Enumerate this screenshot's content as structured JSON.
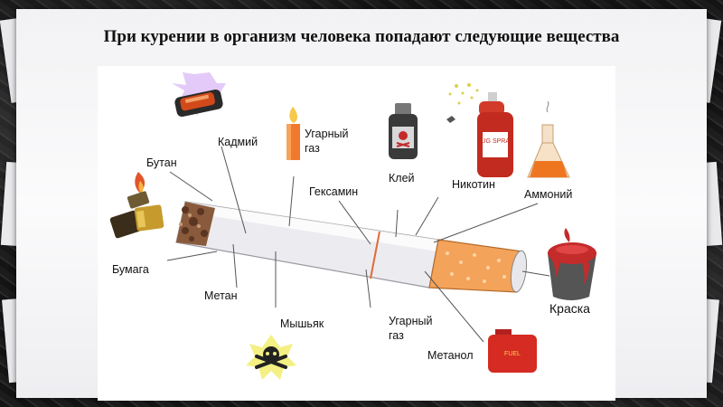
{
  "title": "При курении в организм человека попадают следующие вещества",
  "labels": {
    "kadmiy": "Кадмий",
    "ugarnyy_gaz_top_1": "Угарный",
    "ugarnyy_gaz_top_2": "газ",
    "butan": "Бутан",
    "geksamin": "Гексамин",
    "kley": "Клей",
    "nikotin": "Никотин",
    "ammoniy": "Аммоний",
    "bumaga": "Бумага",
    "metan": "Метан",
    "myshyak": "Мышьяк",
    "ugarnyy_gaz_bottom_1": "Угарный",
    "ugarnyy_gaz_bottom_2": "газ",
    "metanol": "Метанол",
    "kraska": "Краска"
  },
  "icon_text": {
    "spray_can": "BUG SPRAY",
    "fuel_can": "FUEL"
  },
  "colors": {
    "filter": "#f4a35a",
    "leader_line": "#555555",
    "ash": "#8a5a3c"
  }
}
